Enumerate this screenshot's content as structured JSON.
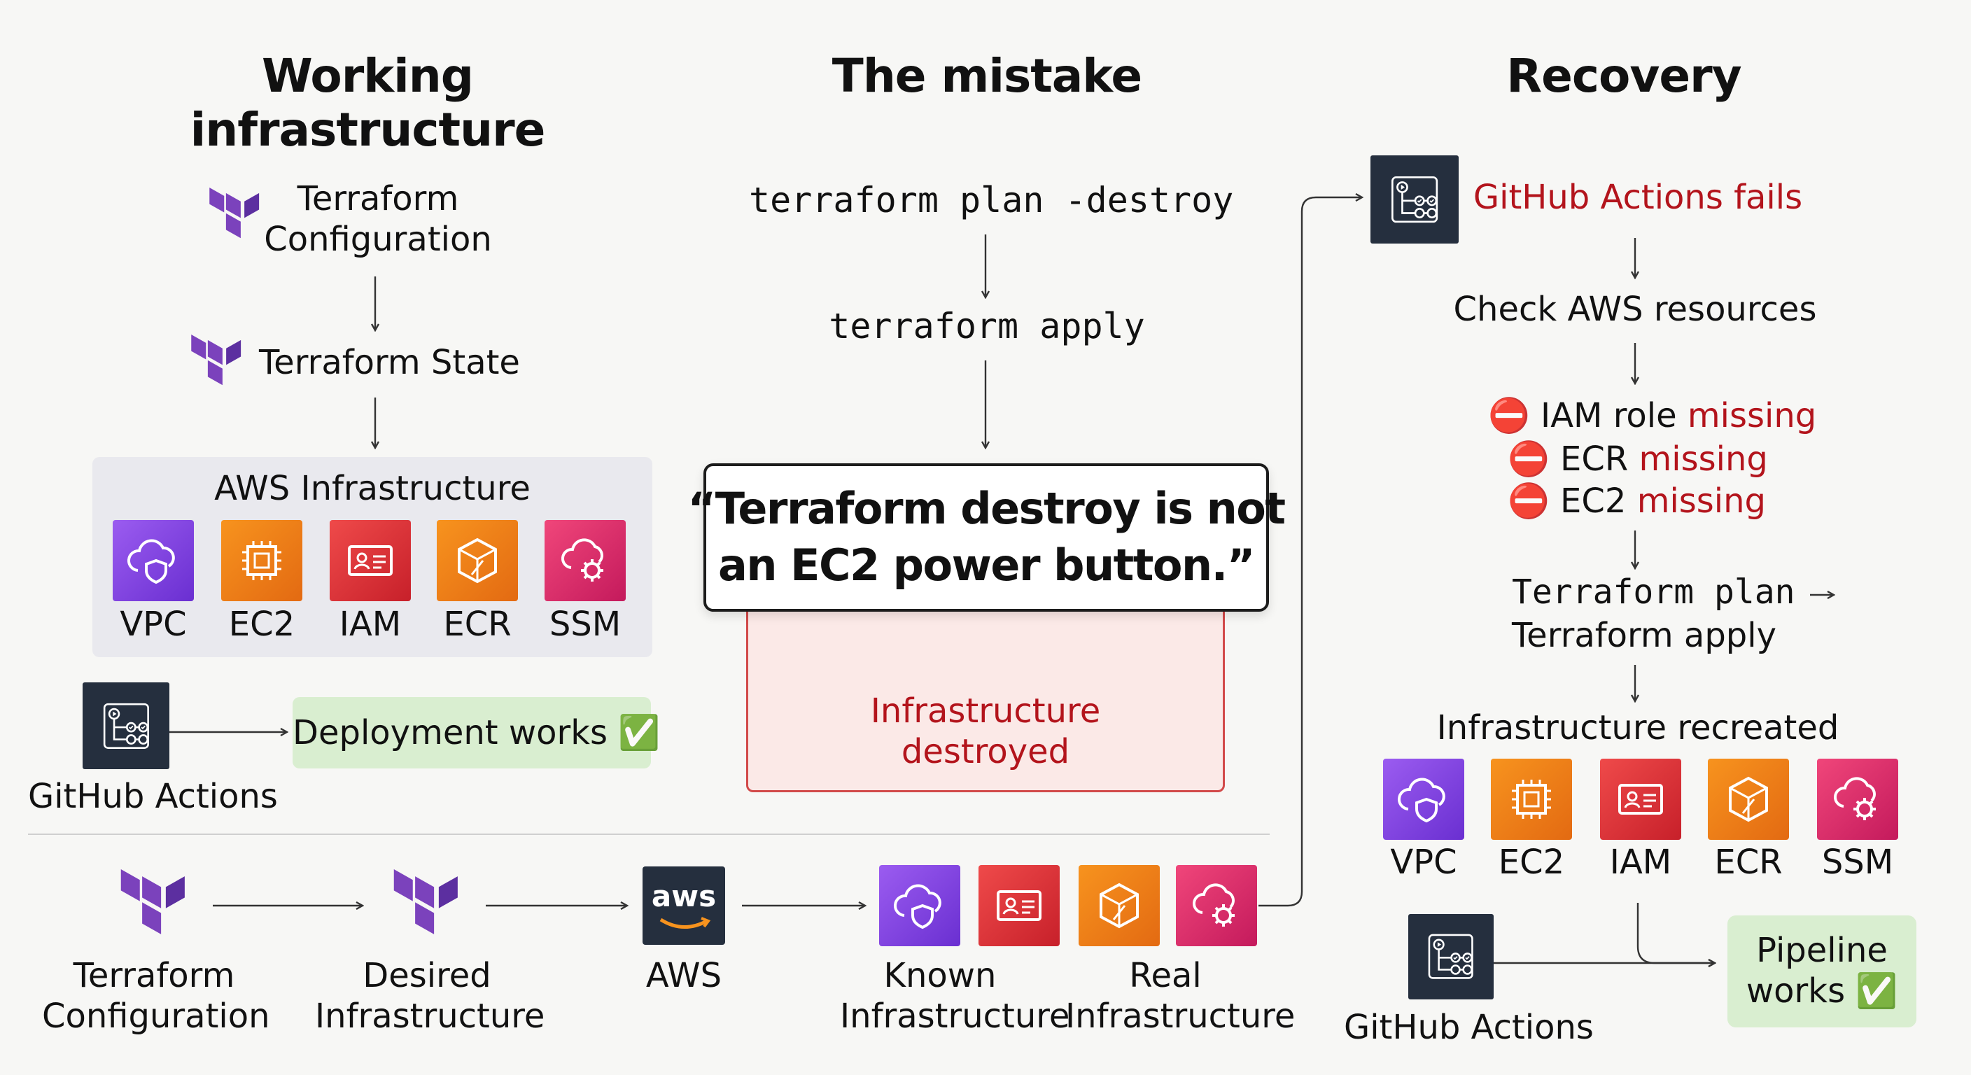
{
  "columns": {
    "working": {
      "heading": "Working infrastructure",
      "tf_config_line1": "Terraform",
      "tf_config_line2": "Configuration",
      "tf_state": "Terraform State",
      "aws_box_title": "AWS Infrastructure",
      "services": [
        "VPC",
        "EC2",
        "IAM",
        "ECR",
        "SSM"
      ],
      "github_label": "GitHub Actions",
      "deployment": "Deployment works ✅"
    },
    "mistake": {
      "heading": "The mistake",
      "cmd_plan": "terraform plan -destroy",
      "cmd_apply": "terraform apply",
      "quote_line1": "“Terraform destroy is not",
      "quote_line2": "an EC2 power button.”",
      "destroyed_line1": "Infrastructure",
      "destroyed_line2": "destroyed"
    },
    "recovery": {
      "heading": "Recovery",
      "gh_fails": "GitHub Actions fails",
      "check": "Check AWS resources",
      "missing": [
        {
          "name": "IAM role",
          "status": "missing"
        },
        {
          "name": "ECR",
          "status": "missing"
        },
        {
          "name": "EC2",
          "status": "missing"
        }
      ],
      "tf_plan": "Terraform plan",
      "tf_apply": "Terraform apply",
      "recreated": "Infrastructure recreated",
      "services": [
        "VPC",
        "EC2",
        "IAM",
        "ECR",
        "SSM"
      ],
      "github_label": "GitHub Actions",
      "pipeline_line1": "Pipeline",
      "pipeline_line2": "works ✅"
    }
  },
  "bottom_flow": {
    "tf_config_line1": "Terraform",
    "tf_config_line2": "Configuration",
    "desired_line1": "Desired",
    "desired_line2": "Infrastructure",
    "aws_logo_text": "aws",
    "aws_label": "AWS",
    "known_line1": "Known",
    "known_line2": "Infrastructure",
    "real_line1": "Real",
    "real_line2": "Infrastructure"
  },
  "colors": {
    "terraform": "#7b42bc",
    "danger": "#b3141c",
    "success_bg": "#d9eed0",
    "danger_bg": "#fbe9e7"
  }
}
